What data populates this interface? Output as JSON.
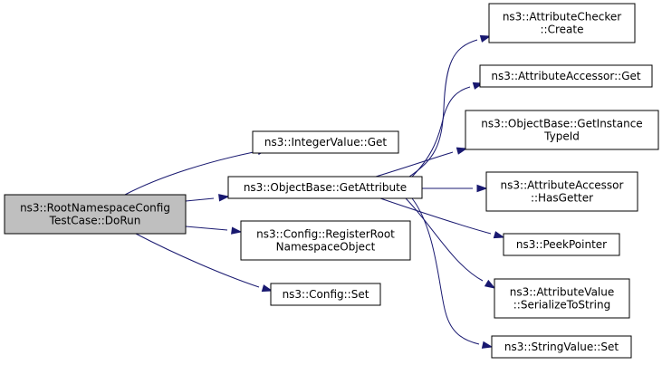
{
  "diagram": {
    "nodes": [
      {
        "id": "root",
        "lines": [
          "ns3::RootNamespaceConfig",
          "TestCase::DoRun"
        ],
        "highlighted": true
      },
      {
        "id": "integervalue-get",
        "lines": [
          "ns3::IntegerValue::Get"
        ]
      },
      {
        "id": "objectbase-getattribute",
        "lines": [
          "ns3::ObjectBase::GetAttribute"
        ]
      },
      {
        "id": "config-registerroot",
        "lines": [
          "ns3::Config::RegisterRoot",
          "NamespaceObject"
        ]
      },
      {
        "id": "config-set",
        "lines": [
          "ns3::Config::Set"
        ]
      },
      {
        "id": "attributechecker-create",
        "lines": [
          "ns3::AttributeChecker",
          "::Create"
        ]
      },
      {
        "id": "attributeaccessor-get",
        "lines": [
          "ns3::AttributeAccessor::Get"
        ]
      },
      {
        "id": "objectbase-getinstancetypeid",
        "lines": [
          "ns3::ObjectBase::GetInstance",
          "TypeId"
        ]
      },
      {
        "id": "attributeaccessor-hasgetter",
        "lines": [
          "ns3::AttributeAccessor",
          "::HasGetter"
        ]
      },
      {
        "id": "peekpointer",
        "lines": [
          "ns3::PeekPointer"
        ]
      },
      {
        "id": "attributevalue-serializetostring",
        "lines": [
          "ns3::AttributeValue",
          "::SerializeToString"
        ]
      },
      {
        "id": "stringvalue-set",
        "lines": [
          "ns3::StringValue::Set"
        ]
      }
    ],
    "edges": [
      {
        "from": "root",
        "to": "integervalue-get"
      },
      {
        "from": "root",
        "to": "objectbase-getattribute"
      },
      {
        "from": "root",
        "to": "config-registerroot"
      },
      {
        "from": "root",
        "to": "config-set"
      },
      {
        "from": "objectbase-getattribute",
        "to": "attributechecker-create"
      },
      {
        "from": "objectbase-getattribute",
        "to": "attributeaccessor-get"
      },
      {
        "from": "objectbase-getattribute",
        "to": "objectbase-getinstancetypeid"
      },
      {
        "from": "objectbase-getattribute",
        "to": "attributeaccessor-hasgetter"
      },
      {
        "from": "objectbase-getattribute",
        "to": "peekpointer"
      },
      {
        "from": "objectbase-getattribute",
        "to": "attributevalue-serializetostring"
      },
      {
        "from": "objectbase-getattribute",
        "to": "stringvalue-set"
      }
    ],
    "colors": {
      "edge": "#191970",
      "root_fill": "#bfbfbf",
      "node_fill": "#ffffff",
      "border": "#000000"
    }
  }
}
